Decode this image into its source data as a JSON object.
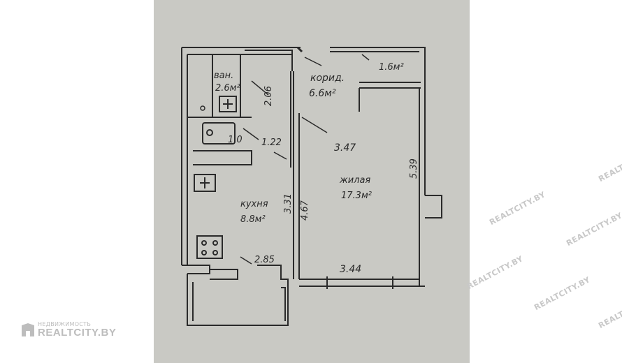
{
  "rooms": {
    "bathroom": {
      "name": "ван.",
      "area": "2.6м²"
    },
    "corridor": {
      "name": "корид.",
      "area": "6.6м²"
    },
    "balcony": {
      "area": "1.6м²"
    },
    "living": {
      "name": "жилая",
      "area": "17.3м²"
    },
    "kitchen": {
      "name": "кухня",
      "area": "8.8м²"
    },
    "toilet": {
      "area": "1.0"
    }
  },
  "dimensions": {
    "d1": "2.06",
    "d2": "1.22",
    "d3": "3.47",
    "d4": "5.39",
    "d5": "4.67",
    "d6": "3.31",
    "d7": "2.85",
    "d8": "3.44"
  },
  "watermark": {
    "logo_small": "НЕДВИЖИМОСТЬ",
    "logo_big": "REALTCITY.BY",
    "diag_text": "REALTCITY.BY"
  },
  "colors": {
    "paper": "#c9c9c4",
    "ink": "#2a2a2a"
  }
}
